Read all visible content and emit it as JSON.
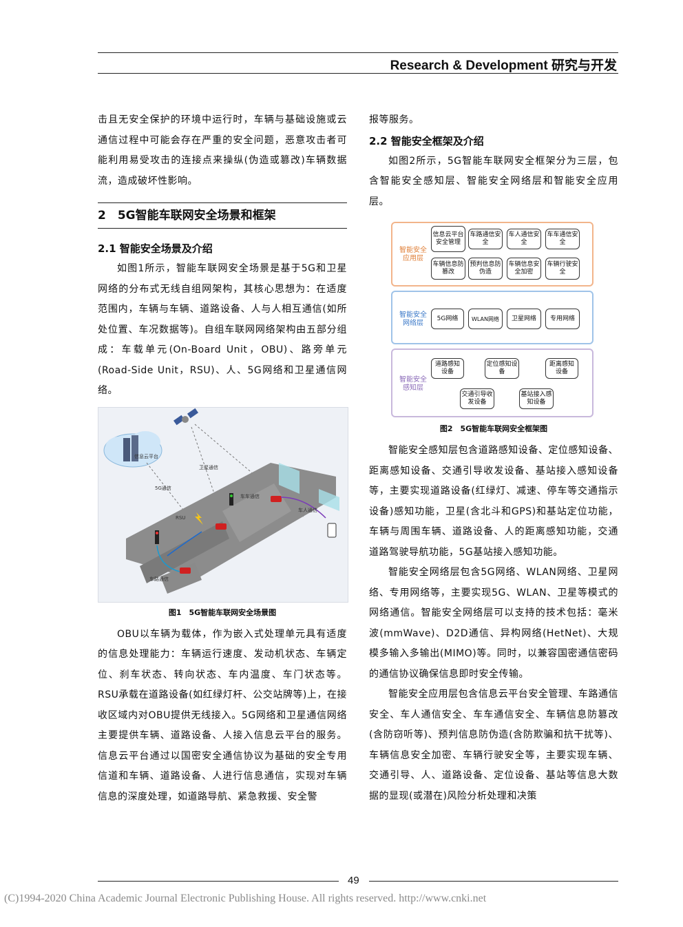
{
  "header": {
    "title": "Research & Development  研究与开发"
  },
  "left": {
    "p1": "击且无安全保护的环境中运行时，车辆与基础设施或云通信过程中可能会存在严重的安全问题，恶意攻击者可能利用易受攻击的连接点来操纵(伪造或篡改)车辆数据流，造成破坏性影响。",
    "section": "2　5G智能车联网安全场景和框架",
    "sub": "2.1  智能安全场景及介绍",
    "p2": "如图1所示，智能车联网安全场景是基于5G和卫星网络的分布式无线自组网架构，其核心思想为：在适度范围内，车辆与车辆、道路设备、人与人相互通信(如所处位置、车况数据等)。自组车联网网络架构由五部分组成：车载单元(On-Board Unit，OBU)、路旁单元(Road-Side Unit，RSU)、人、5G网络和卫星通信网络。",
    "fig_caption": "图1　5G智能车联网安全场景图",
    "p3": "OBU以车辆为载体，作为嵌入式处理单元具有适度的信息处理能力：车辆运行速度、发动机状态、车辆定位、刹车状态、转向状态、车内温度、车门状态等。RSU承载在道路设备(如红绿灯杆、公交站牌等)上，在接收区域内对OBU提供无线接入。5G网络和卫星通信网络主要提供车辆、道路设备、人接入信息云平台的服务。信息云平台通过以国密安全通信协议为基础的安全专用信道和车辆、道路设备、人进行信息通信，实现对车辆信息的深度处理，如道路导航、紧急救援、安全警"
  },
  "fig1_labels": {
    "cloud": "信息云平台",
    "satellite": "卫星通信",
    "g5": "5G通信",
    "rsu": "RSU",
    "v2v": "车车通信",
    "v2p": "车人通信",
    "v2r": "车路通信"
  },
  "right": {
    "p0": "报等服务。",
    "sub": "2.2  智能安全框架及介绍",
    "p1": "如图2所示，5G智能车联网安全框架分为三层，包含智能安全感知层、智能安全网络层和智能安全应用层。",
    "fig_caption": "图2　5G智能车联网安全框架图",
    "p2": "智能安全感知层包含道路感知设备、定位感知设备、距离感知设备、交通引导收发设备、基站接入感知设备等，主要实现道路设备(红绿灯、减速、停车等交通指示设备)感知功能，卫星(含北斗和GPS)和基站定位功能，车辆与周围车辆、道路设备、人的距离感知功能，交通道路驾驶导航功能，5G基站接入感知功能。",
    "p3": "智能安全网络层包含5G网络、WLAN网络、卫星网络、专用网络等，主要实现5G、WLAN、卫星等模式的网络通信。智能安全网络层可以支持的技术包括：毫米波(mmWave)、D2D通信、异构网络(HetNet)、大规模多输入多输出(MIMO)等。同时，以兼容国密通信密码的通信协议确保信息即时安全传输。",
    "p4": "智能安全应用层包含信息云平台安全管理、车路通信安全、车人通信安全、车车通信安全、车辆信息防篡改(含防窃听等)、预判信息防伪造(含防欺骗和抗干扰等)、车辆信息安全加密、车辆行驶安全等，主要实现车辆、交通引导、人、道路设备、定位设备、基站等信息大数据的显现(或潜在)风险分析处理和决策"
  },
  "fig2": {
    "app_label": "智能安全应用层",
    "net_label": "智能安全网络层",
    "sense_label": "智能安全感知层",
    "app_boxes": [
      "信息云平台安全管理",
      "车路通信安全",
      "车人通信安全",
      "车车通信安全",
      "车辆信息防篡改",
      "预判信息防伪造",
      "车辆信息安全加密",
      "车辆行驶安全"
    ],
    "net_boxes": [
      "5G网络",
      "WLAN网络",
      "卫星网络",
      "专用网络"
    ],
    "sense_boxes": [
      "道路感知设备",
      "定位感知设备",
      "距离感知设备",
      "交通引导收发设备",
      "基站接入感知设备"
    ],
    "colors": {
      "app": "#f2b48a",
      "net": "#9fc3e8",
      "sense": "#c8b8dc",
      "app_text": "#e0803a",
      "net_text": "#3a78c8",
      "sense_text": "#8a6ab8"
    }
  },
  "footer": {
    "page": "49",
    "copyright": "(C)1994-2020 China Academic Journal Electronic Publishing House. All rights reserved.    http://www.cnki.net"
  }
}
